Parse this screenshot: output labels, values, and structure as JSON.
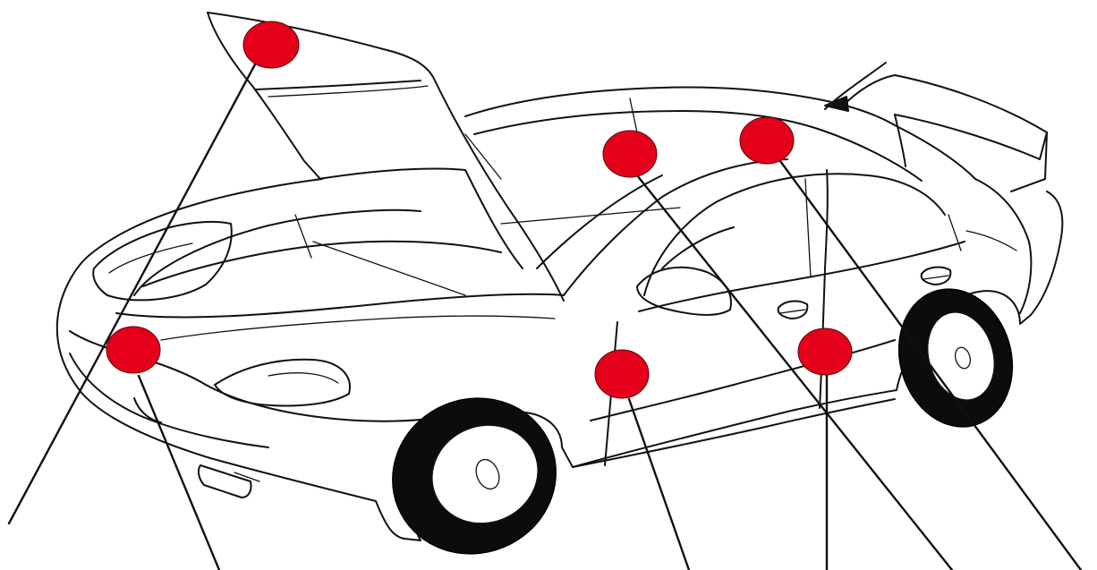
{
  "colors": {
    "marker": "#e4001b",
    "ink": "#111111",
    "background": "#ffffff"
  },
  "diagram": {
    "subject": "car-line-drawing",
    "markers": [
      {
        "id": "marker-hood-top"
      },
      {
        "id": "marker-front-corner"
      },
      {
        "id": "marker-windshield-pillar"
      },
      {
        "id": "marker-roof-rear"
      },
      {
        "id": "marker-front-door"
      },
      {
        "id": "marker-rear-door"
      }
    ]
  }
}
